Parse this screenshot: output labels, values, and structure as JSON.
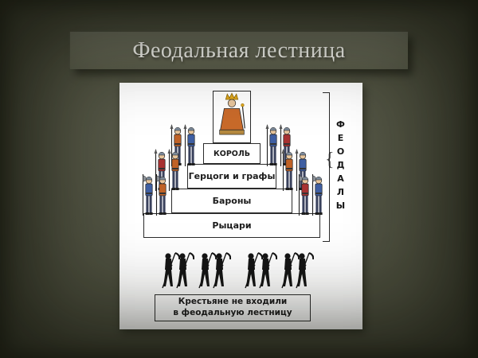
{
  "slide": {
    "title": "Феодальная лестница"
  },
  "diagram": {
    "levels": [
      {
        "label": "КОРОЛЬ"
      },
      {
        "label": "Герцоги и графы"
      },
      {
        "label": "Бароны"
      },
      {
        "label": "Рыцари"
      }
    ],
    "peasants_note": {
      "line1": "Крестьяне не входили",
      "line2": "в феодальную лестницу"
    },
    "bracket_label": "ФЕОДАЛЫ"
  },
  "palette": {
    "slide_background": "#4b4d3d",
    "banner_background": "#636553",
    "title_color": "#fdfdf8",
    "diagram_ink": "#1c1c1c",
    "figure_orange": "#c06227",
    "figure_blue": "#3f5fa3",
    "figure_red": "#a83232",
    "king_gold": "#e0a81f"
  }
}
